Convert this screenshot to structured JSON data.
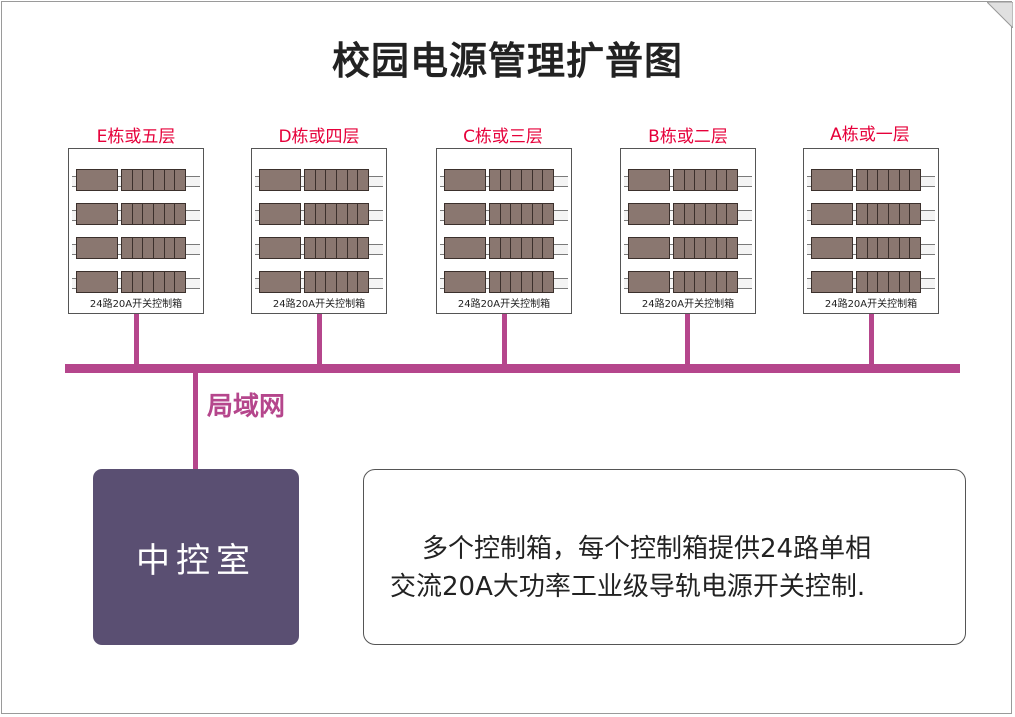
{
  "title": "校园电源管理扩普图",
  "buildings": [
    {
      "label": "E栋或五层",
      "cabinet_label": "24路20A开关控制箱"
    },
    {
      "label": "D栋或四层",
      "cabinet_label": "24路20A开关控制箱"
    },
    {
      "label": "C栋或三层",
      "cabinet_label": "24路20A开关控制箱"
    },
    {
      "label": "B栋或二层",
      "cabinet_label": "24路20A开关控制箱"
    },
    {
      "label": "A栋或一层",
      "cabinet_label": "24路20A开关控制箱"
    }
  ],
  "network_label": "局域网",
  "control_room": "中控室",
  "description": {
    "line1": "多个控制箱，每个控制箱提供24路单相",
    "line2": "交流20A大功率工业级导轨电源开关控制."
  },
  "colors": {
    "accent": "#b5468c",
    "building_label": "#e6003a",
    "control_room_bg": "#5a4f72",
    "unit_fill": "#8a7770"
  }
}
